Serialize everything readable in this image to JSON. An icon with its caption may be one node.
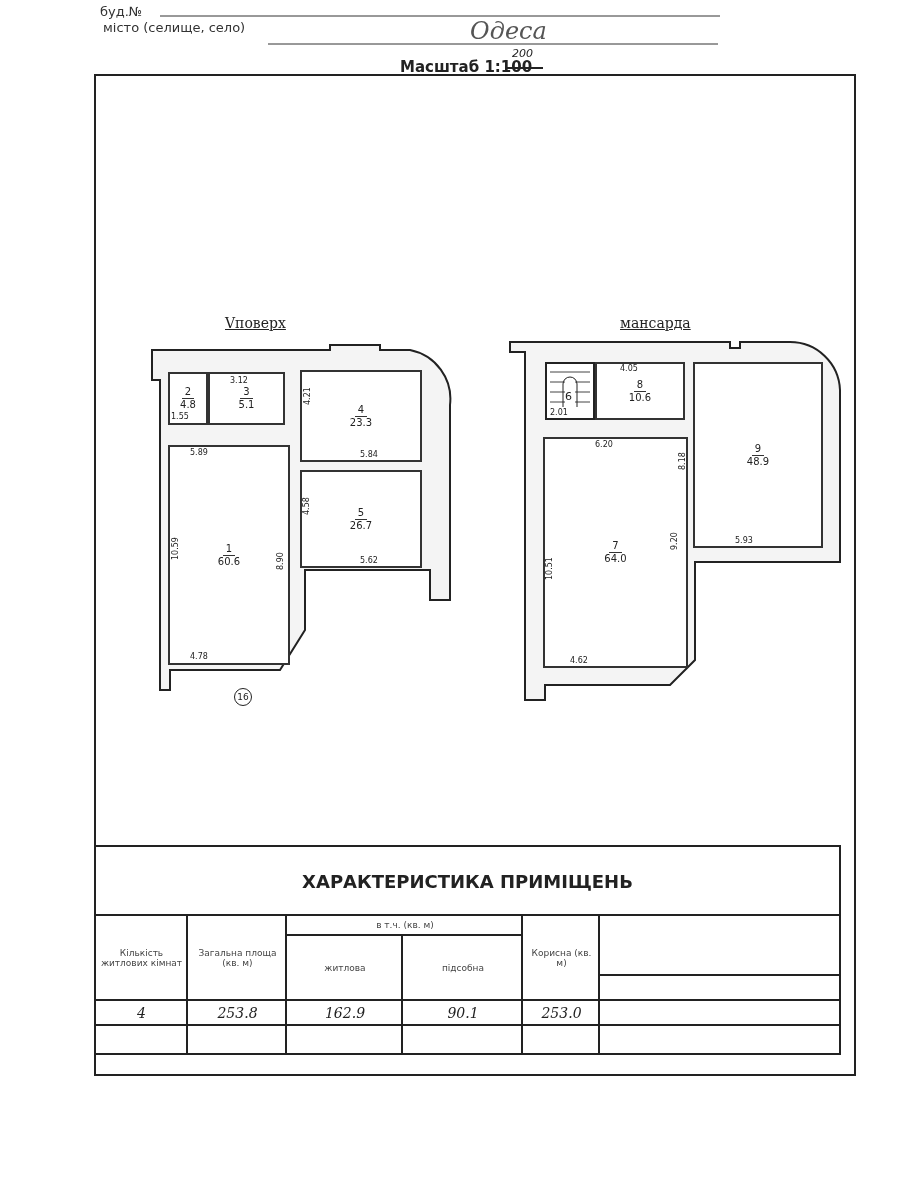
{
  "diagram": {
    "nodes": [
      {
        "text": [
          "Vповерх"
        ]
      },
      {
        "text": [
          "2",
          "4.8"
        ],
        "in": 0
      },
      {
        "text": [
          "3",
          "5.1"
        ],
        "in": 0
      },
      {
        "text": [
          "4",
          "23.3"
        ],
        "in": 0
      },
      {
        "text": [
          "1",
          "60.6"
        ],
        "in": 0
      },
      {
        "text": [
          "5",
          "26.7"
        ],
        "in": 0
      },
      {
        "text": [
          "мансарда"
        ]
      },
      {
        "text": [
          "8",
          "10.6"
        ],
        "in": 6
      },
      {
        "text": [
          "9",
          "48.9"
        ],
        "in": 6
      },
      {
        "text": [
          "7",
          "64.0"
        ],
        "in": 6
      }
    ],
    "edges": [],
    "labels": [
      "буд.№",
      "місто (селище, село)",
      "Одеса",
      "200",
      "Масштаб 1:100",
      "3.12",
      "1.55",
      "4.21",
      "5.89",
      "5.84",
      "4.58",
      "10.59",
      "8.90",
      "5.62",
      "4.78",
      "16",
      "4.05",
      "6",
      "2.01",
      "6.20",
      "8.18",
      "9.20",
      "5.93",
      "10.51",
      "4.62",
      "ХАРАКТЕРИСТИКА ПРИМІЩЕНЬ",
      "Кількість житлових кімнат",
      "Загальна площа (кв. м)",
      "в т.ч. (кв. м)",
      "житлова",
      "підсобна",
      "Корисна (кв. м)",
      "4",
      "253.8",
      "162.9",
      "90.1",
      "253.0"
    ]
  }
}
